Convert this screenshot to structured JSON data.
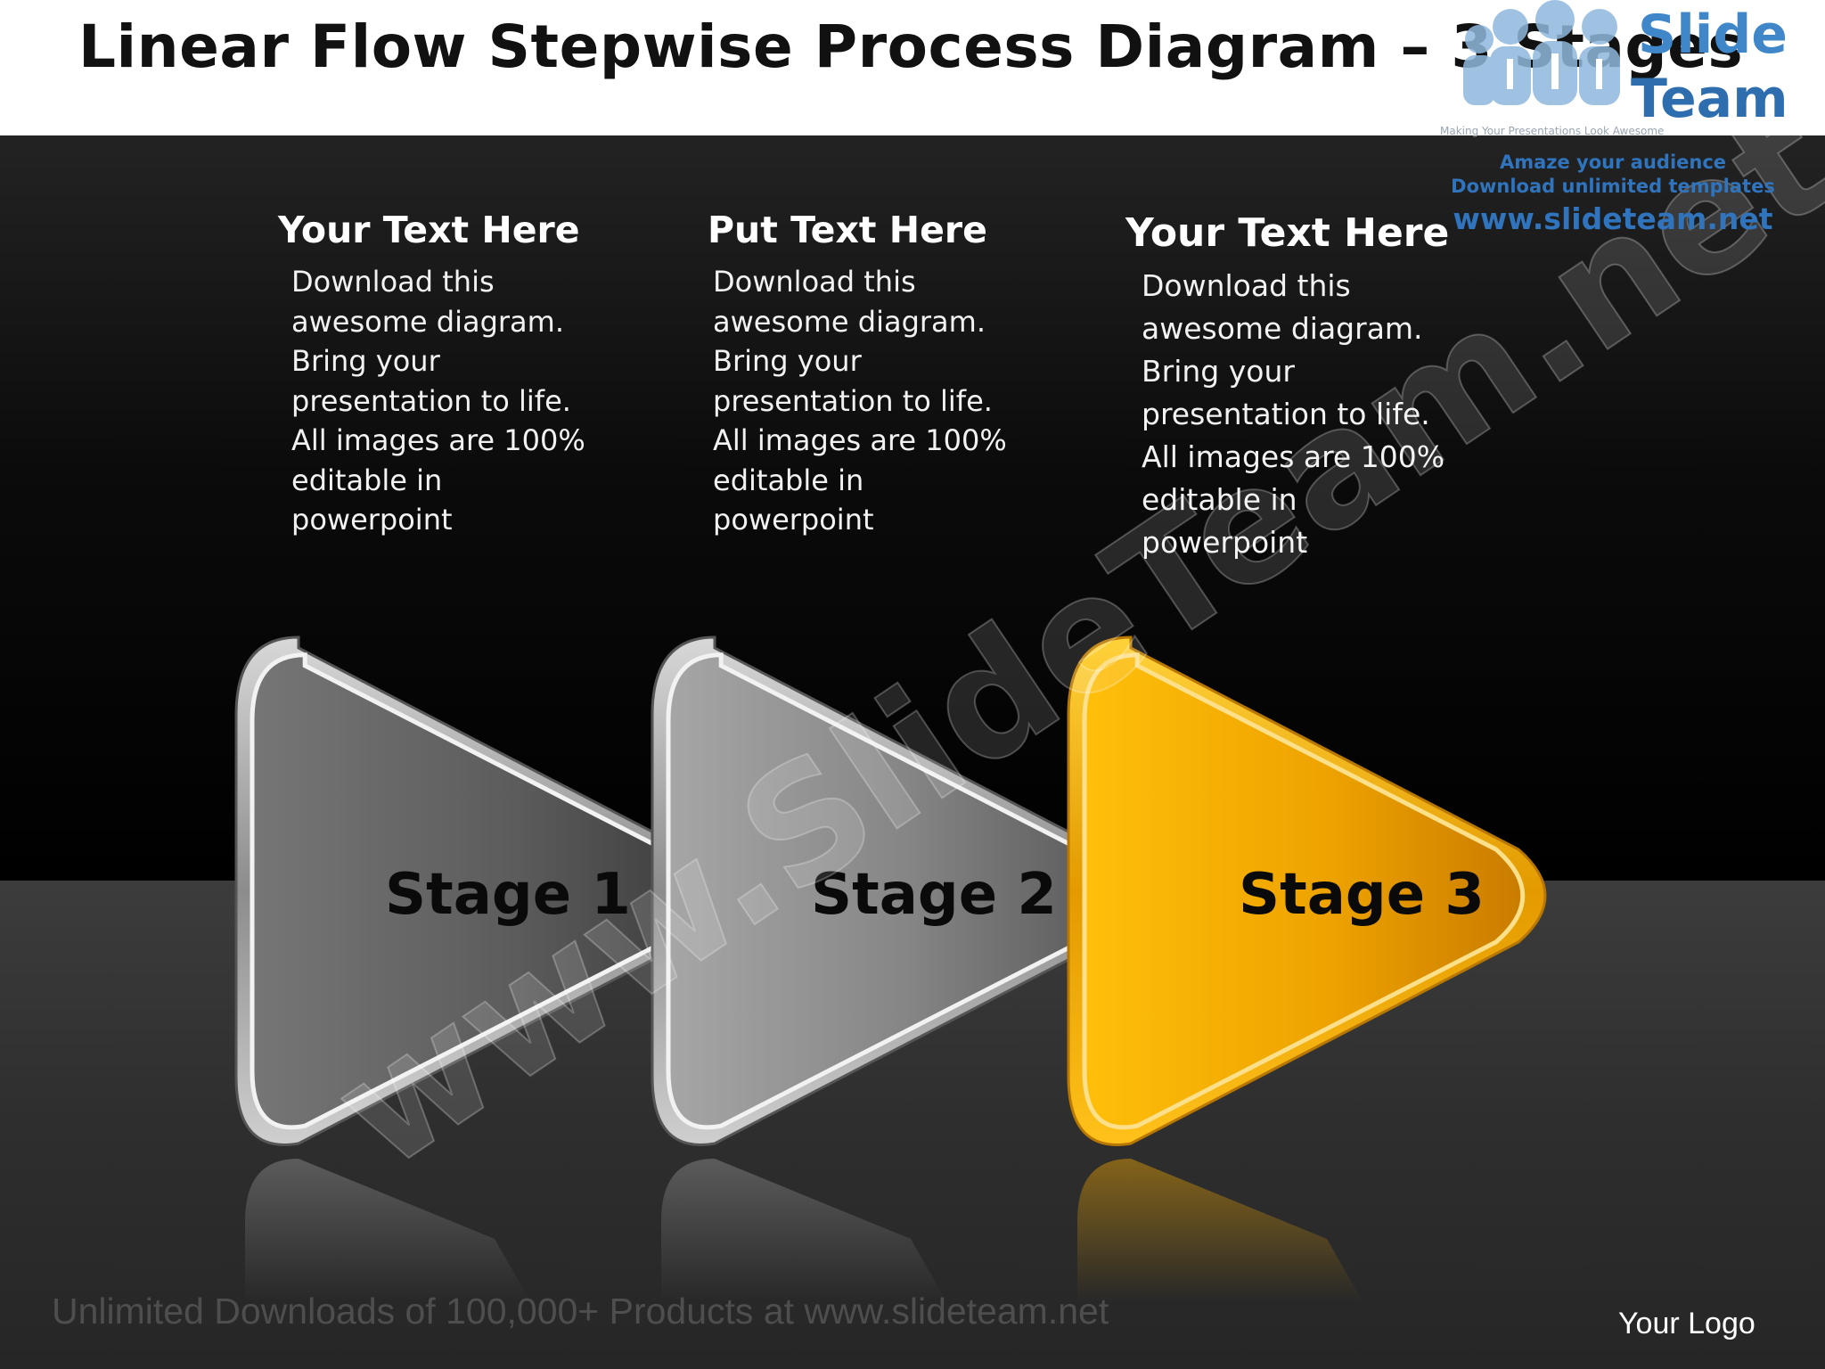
{
  "title": "Linear Flow Stepwise Process Diagram – 3 Stages",
  "columns": [
    {
      "heading": "Your Text Here",
      "body": "Download this\nawesome diagram.\nBring your\npresentation to life.\nAll images are 100%\neditable in\npowerpoint"
    },
    {
      "heading": "Put Text Here",
      "body": "Download this\nawesome diagram.\nBring your\npresentation to life.\nAll images are 100%\neditable in\npowerpoint"
    },
    {
      "heading": "Your Text Here",
      "body": "Download this\nawesome diagram.\nBring your\npresentation to life.\nAll images are 100%\neditable in\npowerpoint"
    }
  ],
  "stages": [
    {
      "label": "Stage 1",
      "color": "#6e6e6e"
    },
    {
      "label": "Stage 2",
      "color": "#8a8a8a"
    },
    {
      "label": "Stage 3",
      "color": "#f0a500"
    }
  ],
  "branding": {
    "logo_word_1": "Slide",
    "logo_word_2": "Team",
    "logo_tagline": "Making Your Presentations Look Awesome",
    "promo_line_1": "Amaze your audience",
    "promo_line_2": "Download unlimited templates",
    "promo_url": "www.slideteam.net",
    "watermark": "www.SlideTeam.net",
    "accent": "#3f87c9"
  },
  "footer": {
    "text": "Unlimited Downloads of 100,000+ Products at www.slideteam.net",
    "logo_placeholder": "Your Logo"
  }
}
